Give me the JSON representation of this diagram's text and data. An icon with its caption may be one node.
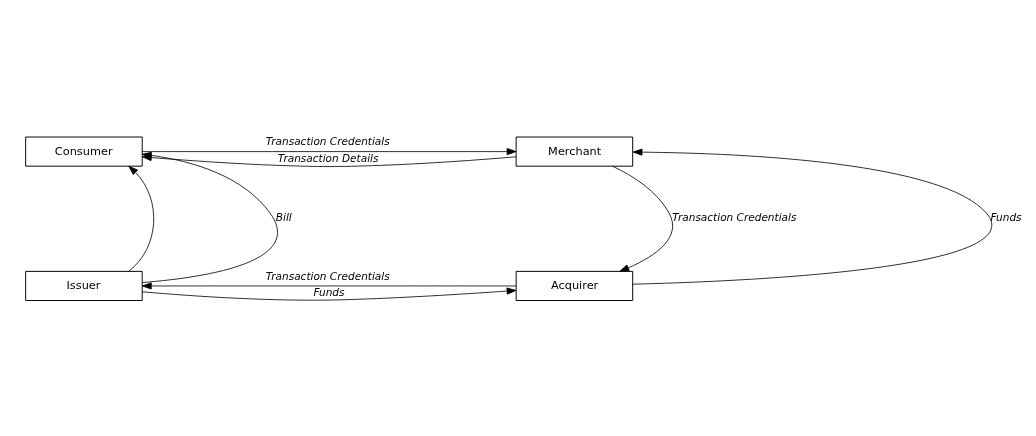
{
  "diagram": {
    "nodes": [
      {
        "text": [
          "Consumer"
        ]
      },
      {
        "text": [
          "Merchant"
        ]
      },
      {
        "text": [
          "Issuer"
        ]
      },
      {
        "text": [
          "Acquirer"
        ]
      }
    ],
    "edges": [
      {
        "from": 0,
        "to": 1,
        "arrow": "to",
        "label": "Transaction Credentials"
      },
      {
        "from": 1,
        "to": 0,
        "arrow": "to",
        "label": "Transaction Details"
      },
      {
        "from": 2,
        "to": 0,
        "arrow": "to"
      },
      {
        "from": 2,
        "to": 0,
        "arrow": "to",
        "label": "Bill"
      },
      {
        "from": 3,
        "to": 1,
        "arrow": "to",
        "label": "Funds"
      },
      {
        "from": 1,
        "to": 3,
        "arrow": "to",
        "label": "Transaction Credentials"
      },
      {
        "from": 2,
        "to": 3,
        "arrow": "to",
        "label": "Funds"
      },
      {
        "from": 3,
        "to": 2,
        "arrow": "to",
        "label": "Transaction Credentials"
      }
    ]
  }
}
